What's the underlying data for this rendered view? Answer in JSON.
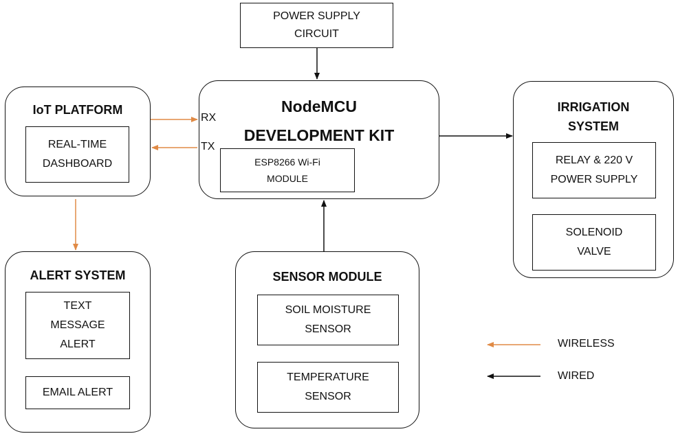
{
  "power_supply": {
    "label": "POWER SUPPLY\nCIRCUIT"
  },
  "nodemcu": {
    "title_line1": "NodeMCU",
    "title_line2": "DEVELOPMENT KIT",
    "rx": "RX",
    "tx": "TX",
    "wifi_module": "ESP8266 Wi-Fi\nMODULE"
  },
  "iot_platform": {
    "title": "IoT PLATFORM",
    "dashboard": "REAL-TIME\nDASHBOARD"
  },
  "alert_system": {
    "title": "ALERT SYSTEM",
    "text_alert": "TEXT\nMESSAGE\nALERT",
    "email_alert": "EMAIL ALERT"
  },
  "sensor_module": {
    "title": "SENSOR MODULE",
    "soil": "SOIL MOISTURE\nSENSOR",
    "temperature": "TEMPERATURE\nSENSOR"
  },
  "irrigation": {
    "title": "IRRIGATION\nSYSTEM",
    "relay": "RELAY & 220 V\nPOWER SUPPLY",
    "valve": "SOLENOID\nVALVE"
  },
  "legend": {
    "wireless": "WIRELESS",
    "wired": "WIRED"
  },
  "colors": {
    "wireless": "#e08a45",
    "wired": "#111111"
  }
}
